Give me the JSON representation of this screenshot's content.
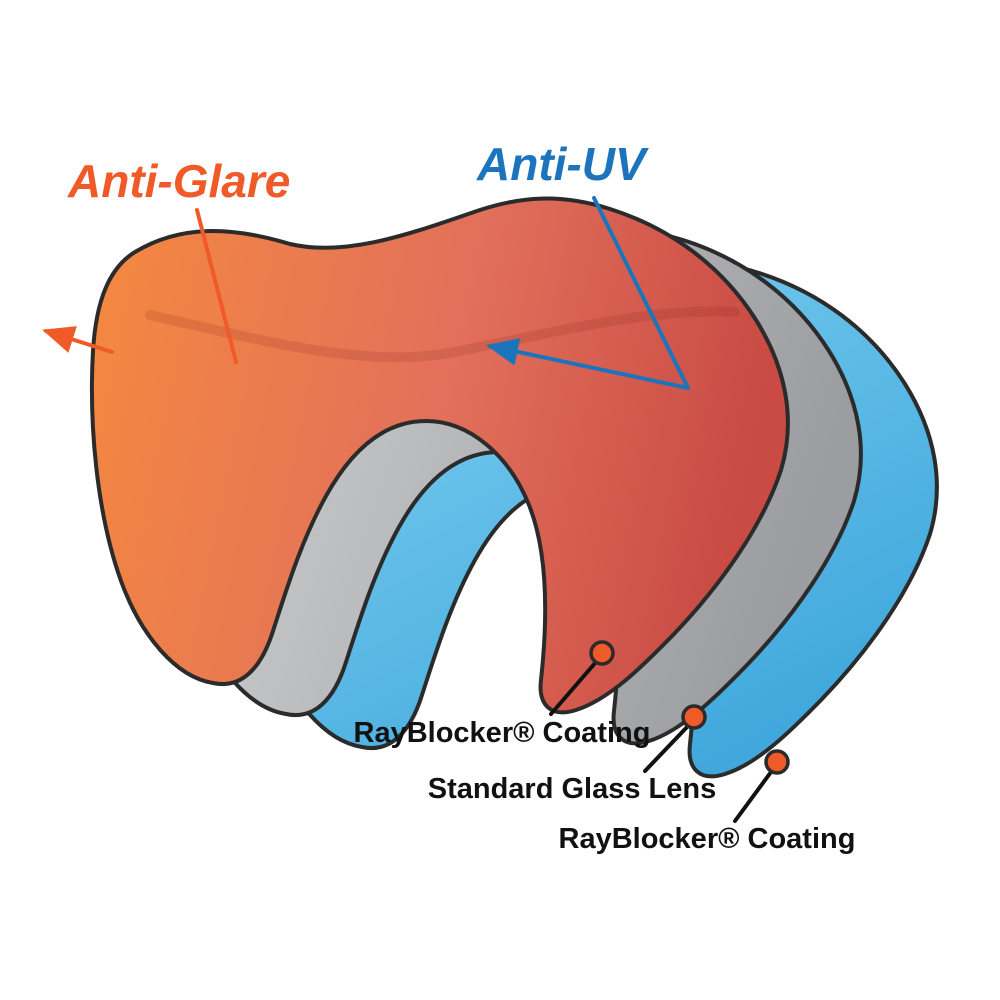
{
  "titles": {
    "anti_glare": {
      "label": "Anti-Glare",
      "color": "#F05A28"
    },
    "anti_uv": {
      "label": "Anti-UV",
      "color": "#1C75BC"
    }
  },
  "layers": {
    "front_coating": {
      "start": "#F5893F",
      "mid": "#E2705B",
      "end": "#C94B44"
    },
    "glass_lens": {
      "start": "#D2D3D4",
      "end": "#9B9DA0"
    },
    "back_coating": {
      "start": "#82D2F2",
      "end": "#3FA7DC"
    }
  },
  "callouts": [
    {
      "label": "RayBlocker® Coating"
    },
    {
      "label": "Standard Glass Lens"
    },
    {
      "label": "RayBlocker® Coating"
    }
  ],
  "style": {
    "marker_fill": "#F05A28",
    "outline": "#2B2B2B"
  }
}
